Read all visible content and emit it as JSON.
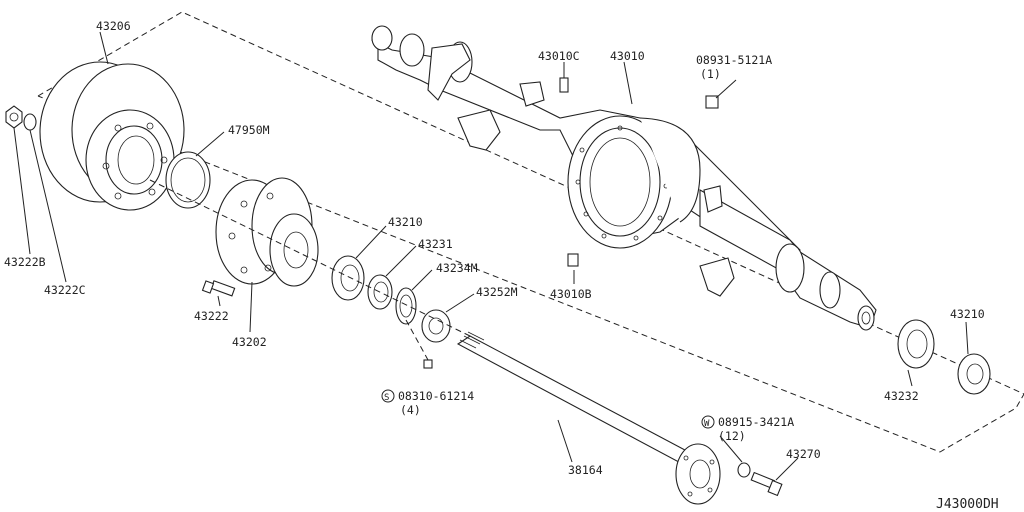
{
  "diagram_code": "J43000DH",
  "parts": [
    {
      "id": "p43206",
      "label": "43206"
    },
    {
      "id": "p47950M",
      "label": "47950M"
    },
    {
      "id": "p43222B",
      "label": "43222B"
    },
    {
      "id": "p43222C",
      "label": "43222C"
    },
    {
      "id": "p43222",
      "label": "43222"
    },
    {
      "id": "p43202",
      "label": "43202"
    },
    {
      "id": "p43210a",
      "label": "43210"
    },
    {
      "id": "p43231",
      "label": "43231"
    },
    {
      "id": "p43234M",
      "label": "43234M"
    },
    {
      "id": "p43252M",
      "label": "43252M"
    },
    {
      "id": "p08310",
      "label": "08310-61214",
      "qty": "(4)",
      "symbol": "S"
    },
    {
      "id": "p38164",
      "label": "38164"
    },
    {
      "id": "p08915",
      "label": "08915-3421A",
      "qty": "(12)",
      "symbol": "W"
    },
    {
      "id": "p43270",
      "label": "43270"
    },
    {
      "id": "p43232",
      "label": "43232"
    },
    {
      "id": "p43210b",
      "label": "43210"
    },
    {
      "id": "p43010C",
      "label": "43010C"
    },
    {
      "id": "p43010",
      "label": "43010"
    },
    {
      "id": "p08931",
      "label": "08931-5121A",
      "qty": "(1)"
    },
    {
      "id": "p43010B",
      "label": "43010B"
    }
  ]
}
